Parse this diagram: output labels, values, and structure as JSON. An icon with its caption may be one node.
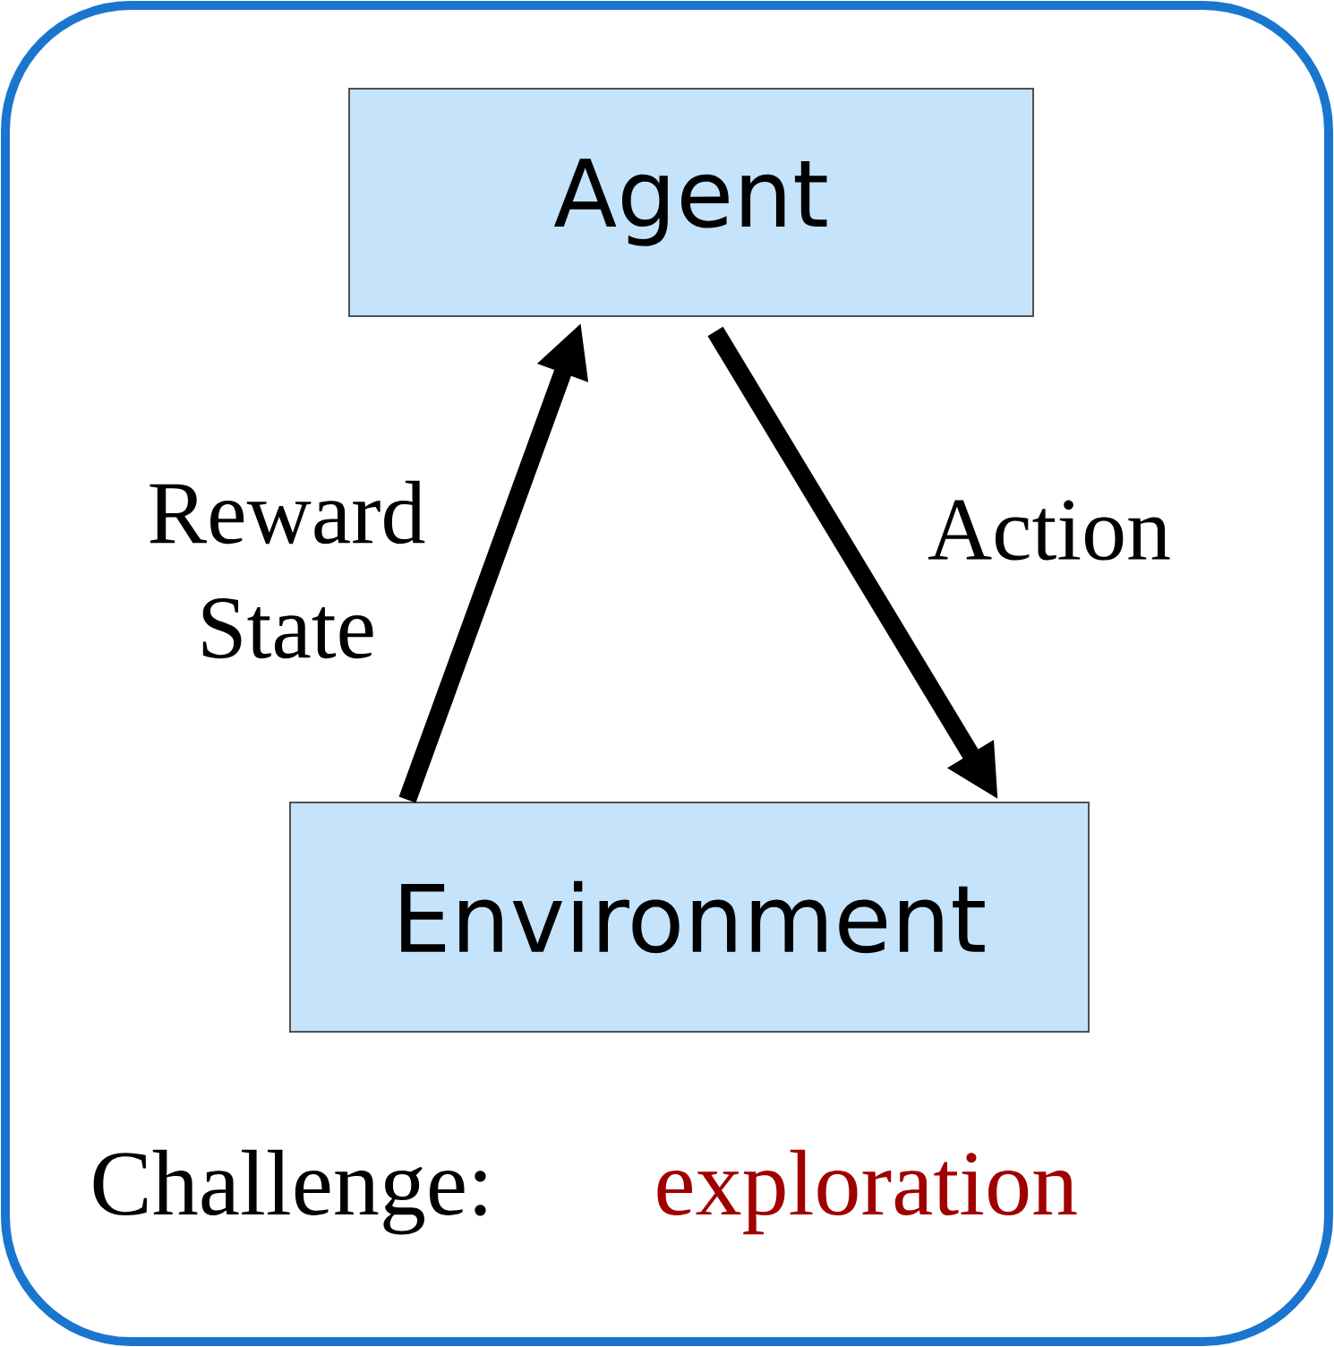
{
  "diagram": {
    "nodes": [
      {
        "text": [
          "Agent"
        ]
      },
      {
        "text": [
          "Environment"
        ]
      }
    ],
    "edges": [
      {
        "from": 1,
        "to": 0,
        "arrow": "to",
        "label": "Reward State"
      },
      {
        "from": 0,
        "to": 1,
        "arrow": "to",
        "label": "Action"
      }
    ],
    "labels": [
      "Challenge:",
      "exploration"
    ]
  }
}
